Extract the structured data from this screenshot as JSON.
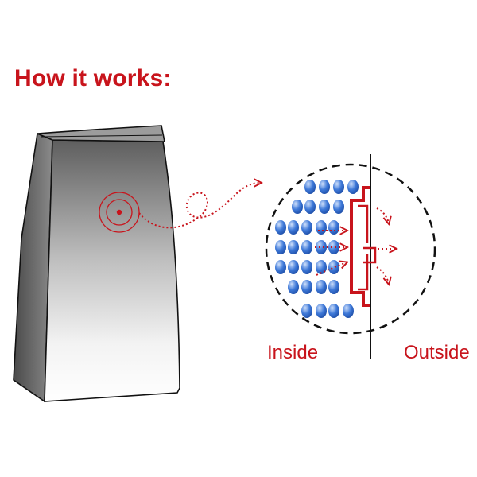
{
  "header": {
    "title": "How it works:"
  },
  "labels": {
    "inside": "Inside",
    "outside": "Outside"
  },
  "colors": {
    "accent": "#c8141c",
    "molecule": "#2a63c9",
    "molecule_highlight": "#a9c8f2",
    "bag_light": "#f2f2f2",
    "bag_dark": "#5a5a5a",
    "outline": "#111111"
  },
  "icons": {
    "valve_symbol": "target-icon",
    "gas_molecules": "molecule-icon",
    "valve": "one-way-valve-icon"
  }
}
